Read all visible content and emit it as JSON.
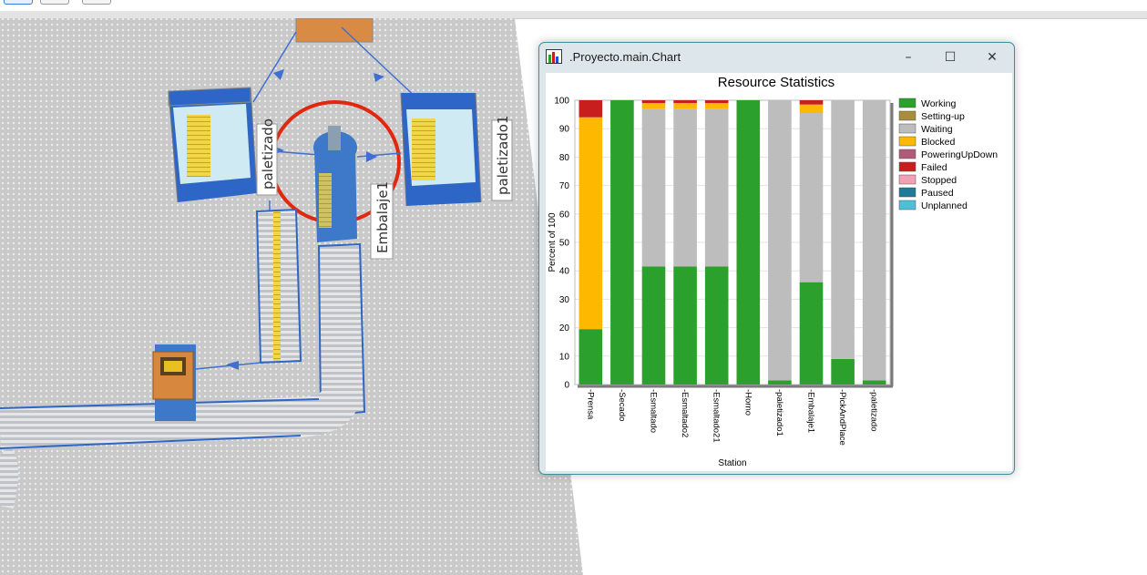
{
  "window": {
    "title": ".Proyecto.main.Chart",
    "controls": {
      "minimize": "–",
      "maximize": "☐",
      "close": "✕"
    }
  },
  "scene": {
    "labels": {
      "paletizado": "paletizado",
      "paletizado1": "paletizado1",
      "embalaje1": "Embalaje1"
    }
  },
  "chart_data": {
    "type": "bar",
    "stacked": true,
    "title": "Resource Statistics",
    "xlabel": "Station",
    "ylabel": "Percent of 100",
    "ylim": [
      0,
      100
    ],
    "yticks": [
      0,
      10,
      20,
      30,
      40,
      50,
      60,
      70,
      80,
      90,
      100
    ],
    "grid": true,
    "legend_position": "right",
    "categories": [
      "Prensa",
      "Secado",
      "Esmaltado",
      "Esmaltado2",
      "Esmaltado21",
      "Horno",
      "paletizado1",
      "Embalaje1",
      "PickAndPlace",
      "paletizado"
    ],
    "series": [
      {
        "name": "Working",
        "color": "#2ca02c",
        "values": [
          19.5,
          100,
          41.5,
          41.5,
          41.5,
          100,
          1.5,
          36,
          9,
          1.5
        ]
      },
      {
        "name": "Setting-up",
        "color": "#a88d3a",
        "values": [
          0,
          0,
          0,
          0,
          0,
          0,
          0,
          0,
          0,
          0
        ]
      },
      {
        "name": "Waiting",
        "color": "#bdbdbd",
        "values": [
          0,
          0,
          55.5,
          55.5,
          55.5,
          0,
          98.5,
          59.5,
          91,
          98.5
        ]
      },
      {
        "name": "Blocked",
        "color": "#ffb800",
        "values": [
          74.5,
          0,
          2,
          2,
          2,
          0,
          0,
          3,
          0,
          0
        ]
      },
      {
        "name": "PoweringUpDown",
        "color": "#b05a7a",
        "values": [
          0,
          0,
          0,
          0,
          0,
          0,
          0,
          0,
          0,
          0
        ]
      },
      {
        "name": "Failed",
        "color": "#c81e1e",
        "values": [
          6,
          0,
          1,
          1,
          1,
          0,
          0,
          1.5,
          0,
          0
        ]
      },
      {
        "name": "Stopped",
        "color": "#f2a0b5",
        "values": [
          0,
          0,
          0,
          0,
          0,
          0,
          0,
          0,
          0,
          0
        ]
      },
      {
        "name": "Paused",
        "color": "#1f7a99",
        "values": [
          0,
          0,
          0,
          0,
          0,
          0,
          0,
          0,
          0,
          0
        ]
      },
      {
        "name": "Unplanned",
        "color": "#4fbfd8",
        "values": [
          0,
          0,
          0,
          0,
          0,
          0,
          0,
          0,
          0,
          0
        ]
      }
    ]
  }
}
